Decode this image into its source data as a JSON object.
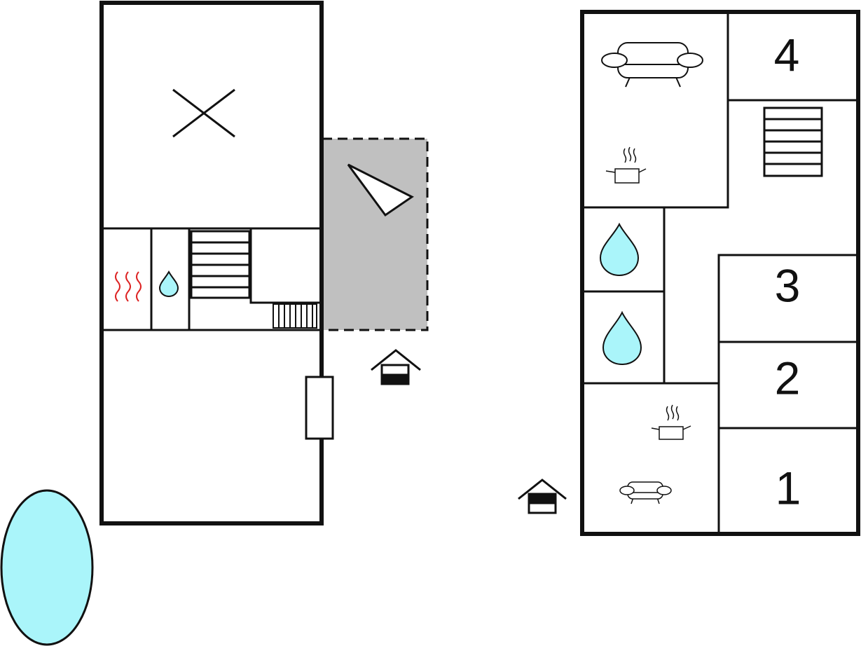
{
  "colors": {
    "wall": "#111111",
    "background": "#ffffff",
    "terrace": "#c0c0c0",
    "water": "#aaf5fa",
    "heat": "#dd2222"
  },
  "rooms": {
    "bedroom_1": "1",
    "bedroom_2": "2",
    "bedroom_3": "3",
    "bedroom_4": "4"
  },
  "icons": [
    "unused-space-cross-icon",
    "sauna-heat-icon",
    "bathroom-water-drop-icon",
    "staircase-icon",
    "terrace-icon",
    "entrance-icon",
    "sofa-icon",
    "kitchen-pot-icon",
    "pool-icon"
  ]
}
